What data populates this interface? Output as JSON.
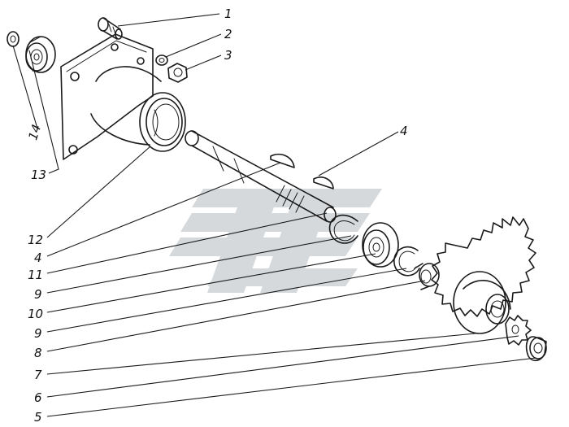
{
  "figure": {
    "watermark_color": "#cfd3d6",
    "line_color": "#1a1a1a"
  },
  "callouts": [
    {
      "id": "c1",
      "text": "1"
    },
    {
      "id": "c2",
      "text": "2"
    },
    {
      "id": "c3",
      "text": "3"
    },
    {
      "id": "c4a",
      "text": "4"
    },
    {
      "id": "c14",
      "text": "14"
    },
    {
      "id": "c13",
      "text": "13"
    },
    {
      "id": "c12",
      "text": "12"
    },
    {
      "id": "c4b",
      "text": "4"
    },
    {
      "id": "c11",
      "text": "11"
    },
    {
      "id": "c9a",
      "text": "9"
    },
    {
      "id": "c10",
      "text": "10"
    },
    {
      "id": "c9b",
      "text": "9"
    },
    {
      "id": "c8",
      "text": "8"
    },
    {
      "id": "c7",
      "text": "7"
    },
    {
      "id": "c6",
      "text": "6"
    },
    {
      "id": "c5",
      "text": "5"
    }
  ]
}
